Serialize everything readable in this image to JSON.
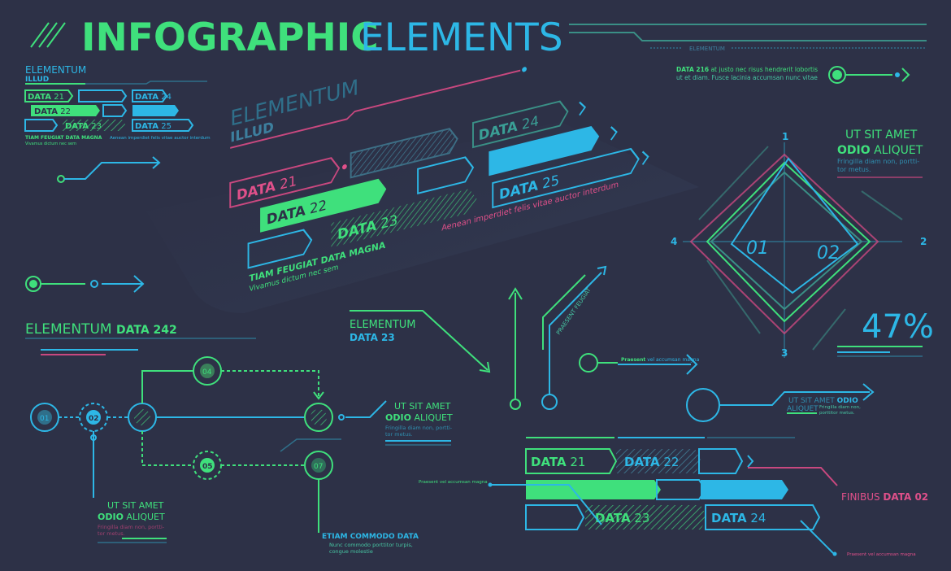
{
  "title": {
    "word1": "INFOGRAPHIC",
    "word2": "ELEMENTS"
  },
  "colors": {
    "background": "#2d3147",
    "green": "#3fe07c",
    "blue": "#2db7e6",
    "pink": "#e0508a",
    "teal": "#47c7a3"
  },
  "mini_panel": {
    "heading": "ELEMENTUM",
    "sub": "ILLUD",
    "items": [
      "DATA",
      "21",
      "DATA",
      "22",
      "DATA",
      "23",
      "DATA",
      "24",
      "DATA",
      "25"
    ],
    "caption": "TIAM FEUGIAT DATA MAGNA",
    "caption_sub": "Vivamus dictum nec sem",
    "note": "Aenean imperdiet felis vitae auctor interdum"
  },
  "main_panel": {
    "heading": "ELEMENTUM",
    "sub": "ILLUD",
    "d21": "21",
    "d22": "22",
    "d23": "23",
    "d24": "24",
    "d25": "25",
    "data": "DATA",
    "caption": "TIAM FEUGIAT DATA MAGNA",
    "caption_sub": "Vivamus dictum nec sem",
    "note": "Aenean imperdiet felis vitae auctor interdum"
  },
  "top_right": {
    "label": "ELEMENTUM",
    "data_bold": "DATA 216",
    "line1": "at justo nec risus hendrerit lobortis",
    "line2": "ut et diam. Fusce lacinia accumsan nunc vitae"
  },
  "radar": {
    "axes": [
      "1",
      "2",
      "3",
      "4"
    ],
    "labels": [
      "01",
      "02"
    ],
    "heading1": "UT SIT AMET",
    "heading2_bold": "ODIO",
    "heading2": "ALIQUET",
    "text1": "Fringilla diam non, portti-",
    "text2": "tor metus.",
    "percent": "47%"
  },
  "section_left": {
    "title": "ELEMENTUM",
    "bold": "DATA 242"
  },
  "flow": {
    "nodes": [
      "01",
      "02",
      "04",
      "05",
      "07"
    ],
    "right_h1": "UT SIT AMET",
    "right_h2_bold": "ODIO",
    "right_h2": "ALIQUET",
    "right_t1": "Fringilla diam non, portti-",
    "right_t2": "tor metus.",
    "bottom_h1": "UT SIT AMET",
    "bottom_h2_bold": "ODIO",
    "bottom_h2": "ALIQUET",
    "bottom_t1": "Fringilla diam non, portti-",
    "bottom_t2": "tor metus.",
    "etiam": "ETIAM COMMODO DATA",
    "etiam_t1": "Nunc commodo porttitor turpis,",
    "etiam_t2": "congue molestie"
  },
  "middle": {
    "elementum": "ELEMENTUM",
    "data23": "DATA 23",
    "praesent_feugiat": "PRAESENT FEUGIAT",
    "praesent_bold": "Praesent",
    "praesent_rest": "vel accumsan magna"
  },
  "circle_right": {
    "h1": "UT SIT AMET",
    "h1_bold": "ODIO",
    "h2": "ALIQUET",
    "t1": "Fringilla diam non,",
    "t2": "porttitor metus."
  },
  "bars": {
    "data": "DATA",
    "n21": "21",
    "n22": "22",
    "n23": "23",
    "n24": "24",
    "praesent": "Praesent vel accumsan magna",
    "finibus": "FINIBUS",
    "finibus_bold": "DATA 02",
    "bottom_note": "Praesent vel accumsan magna"
  }
}
